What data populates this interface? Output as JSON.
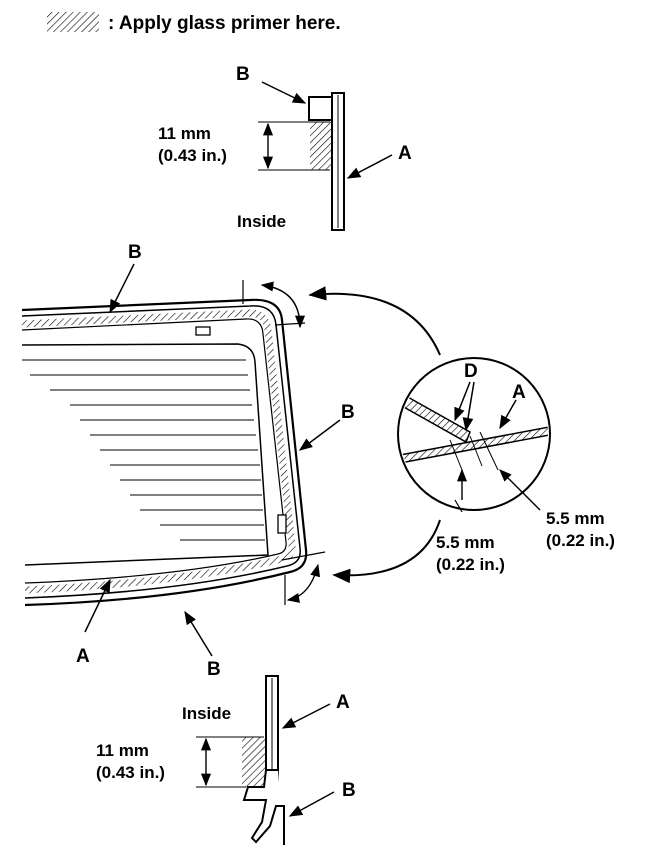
{
  "legend": {
    "text": ": Apply glass primer here."
  },
  "labels": {
    "glass": "A",
    "molding": "B",
    "dam": "D",
    "inside": "Inside"
  },
  "dimensions": {
    "primer_width_mm": "11 mm",
    "primer_width_in": "(0.43 in.)",
    "dam_offset_mm": "5.5 mm",
    "dam_offset_in": "(0.22 in.)"
  },
  "colors": {
    "ink": "#000000",
    "paper": "#ffffff"
  }
}
